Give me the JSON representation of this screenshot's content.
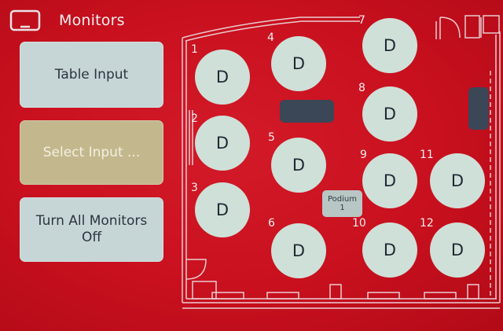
{
  "header": {
    "title": "Monitors",
    "icon": "monitor-icon"
  },
  "buttons": {
    "table_input": "Table Input",
    "select_input": "Select Input ...",
    "turn_all_off": "Turn All Monitors Off"
  },
  "podium": {
    "line1": "Podium",
    "line2": "1"
  },
  "tables": [
    {
      "number": "1",
      "label": "D"
    },
    {
      "number": "2",
      "label": "D"
    },
    {
      "number": "3",
      "label": "D"
    },
    {
      "number": "4",
      "label": "D"
    },
    {
      "number": "5",
      "label": "D"
    },
    {
      "number": "6",
      "label": "D"
    },
    {
      "number": "7",
      "label": "D"
    },
    {
      "number": "8",
      "label": "D"
    },
    {
      "number": "9",
      "label": "D"
    },
    {
      "number": "10",
      "label": "D"
    },
    {
      "number": "11",
      "label": "D"
    },
    {
      "number": "12",
      "label": "D"
    }
  ],
  "colors": {
    "background": "#c8101e",
    "table_fill": "#cfe0d8",
    "select_button": "#c3b88d",
    "neutral_button": "#c6d6d6",
    "display_bar": "#3b4657"
  }
}
